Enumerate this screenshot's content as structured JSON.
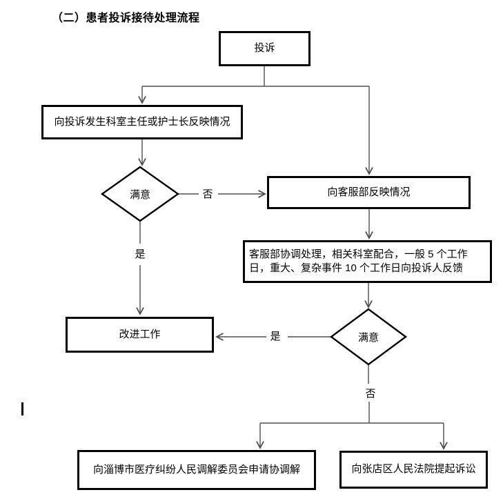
{
  "title": {
    "text": "（二）患者投诉接待处理流程"
  },
  "colors": {
    "line": "#4d4d4d",
    "border": "#000000",
    "text": "#000000",
    "background": "#ffffff"
  },
  "nodes": {
    "complaint": {
      "label": "投诉"
    },
    "dept_feedback": {
      "label": "向投诉发生科室主任或护士长反映情况"
    },
    "decision1": {
      "label": "满意"
    },
    "service_feedback": {
      "label": "向客服部反映情况"
    },
    "coordination": {
      "lines": [
        "客服部协调处理，相关科室配合，一般 5 个工作",
        "日，重大、复杂事件 10 个工作日向投诉人反馈"
      ]
    },
    "decision2": {
      "label": "满意"
    },
    "improve": {
      "label": "改进工作"
    },
    "mediation": {
      "label": "向淄博市医疗纠纷人民调解委员会申请协调解"
    },
    "court": {
      "label": "向张店区人民法院提起诉讼"
    }
  },
  "edge_labels": {
    "no1": "否",
    "yes1": "是",
    "yes2": "是",
    "no2": "否"
  }
}
